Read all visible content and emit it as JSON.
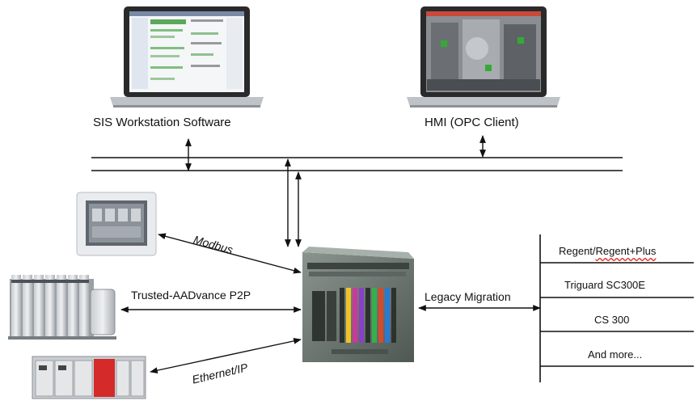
{
  "labels": {
    "sis_workstation": "SIS Workstation Software",
    "hmi": "HMI (OPC Client)",
    "modbus": "Modbus",
    "p2p": "Trusted-AADvance P2P",
    "ethernet_ip": "Ethernet/IP",
    "legacy_migration": "Legacy Migration"
  },
  "legacy_systems": {
    "item1_prefix": "Regent/",
    "item1_suffix": "Regent+Plus",
    "item2": "Triguard SC300E",
    "item3": "CS 300",
    "item4": "And more..."
  },
  "colors": {
    "line": "#111111",
    "laptop_body": "#2a2a2a",
    "laptop_base": "#bfc2c6",
    "controller_body": "#6f7a74",
    "module_red": "#d42a2a"
  }
}
